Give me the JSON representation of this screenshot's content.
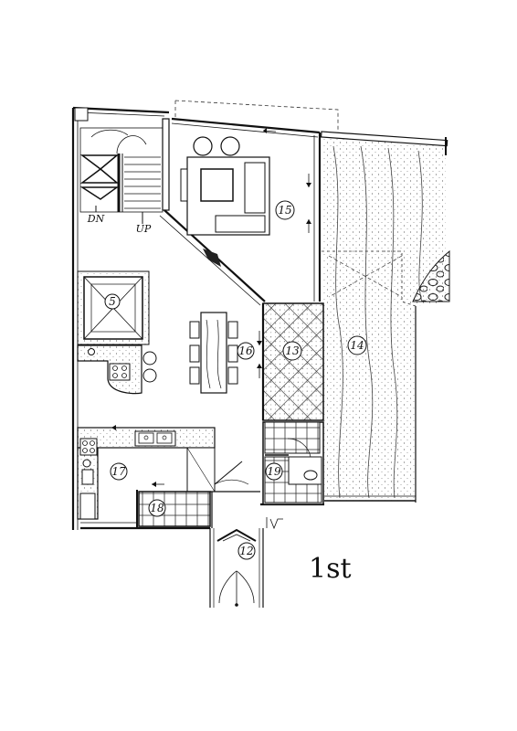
{
  "plan": {
    "floor_label": "1st",
    "stair_down": "DN",
    "stair_up": "UP",
    "rooms": [
      {
        "id": "5"
      },
      {
        "id": "12"
      },
      {
        "id": "13"
      },
      {
        "id": "14"
      },
      {
        "id": "15"
      },
      {
        "id": "16"
      },
      {
        "id": "17"
      },
      {
        "id": "18"
      },
      {
        "id": "19"
      }
    ]
  }
}
